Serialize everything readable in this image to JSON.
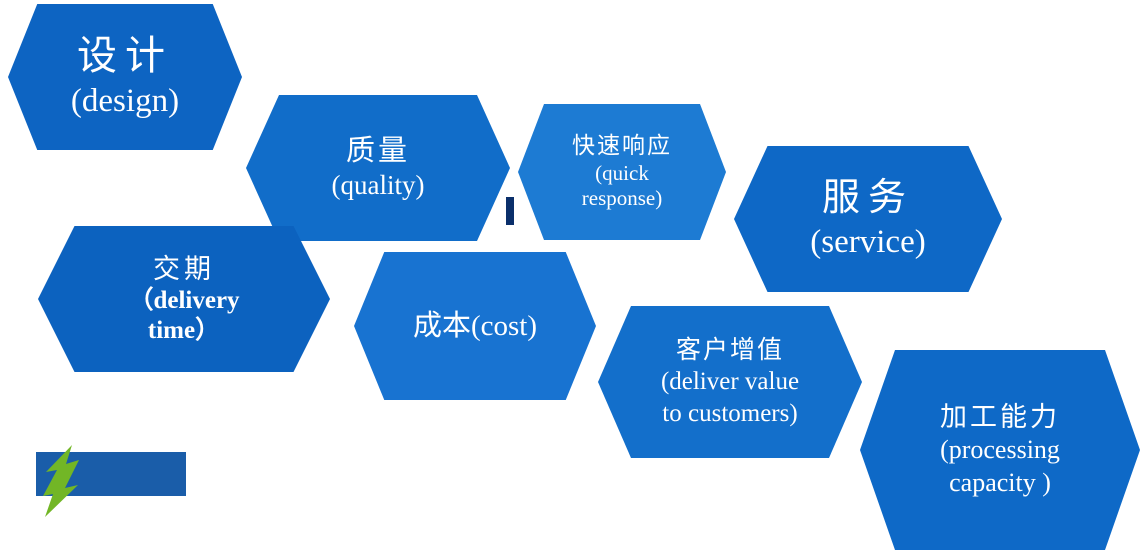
{
  "hexagons": [
    {
      "id": "design",
      "lines": [
        "设计",
        "(design)"
      ],
      "color": "#0d64c2"
    },
    {
      "id": "quality",
      "lines": [
        "质量",
        "(quality)"
      ],
      "color": "#116dc9"
    },
    {
      "id": "quick-response",
      "lines": [
        "快速响应",
        "(quick",
        "response)"
      ],
      "color": "#1d7bd3"
    },
    {
      "id": "service",
      "lines": [
        "服务",
        "(service)"
      ],
      "color": "#0e68c6"
    },
    {
      "id": "delivery-time",
      "lines": [
        "交期",
        "（delivery",
        "time）"
      ],
      "color": "#0c62bf"
    },
    {
      "id": "cost",
      "lines": [
        "成本(cost)"
      ],
      "color": "#1873d1"
    },
    {
      "id": "customer-value",
      "lines": [
        "客户增值",
        "(deliver value",
        "to customers)"
      ],
      "color": "#136fcb"
    },
    {
      "id": "processing-capacity",
      "lines": [
        "加工能力",
        "(processing",
        "capacity )"
      ],
      "color": "#0e69c7"
    }
  ],
  "divider": {
    "color": "#0a2f6b"
  },
  "logo": {
    "block_color": "#1a5da9",
    "arrow_color": "#72b626"
  },
  "text_color": "#ffffff",
  "background_color": "#ffffff"
}
